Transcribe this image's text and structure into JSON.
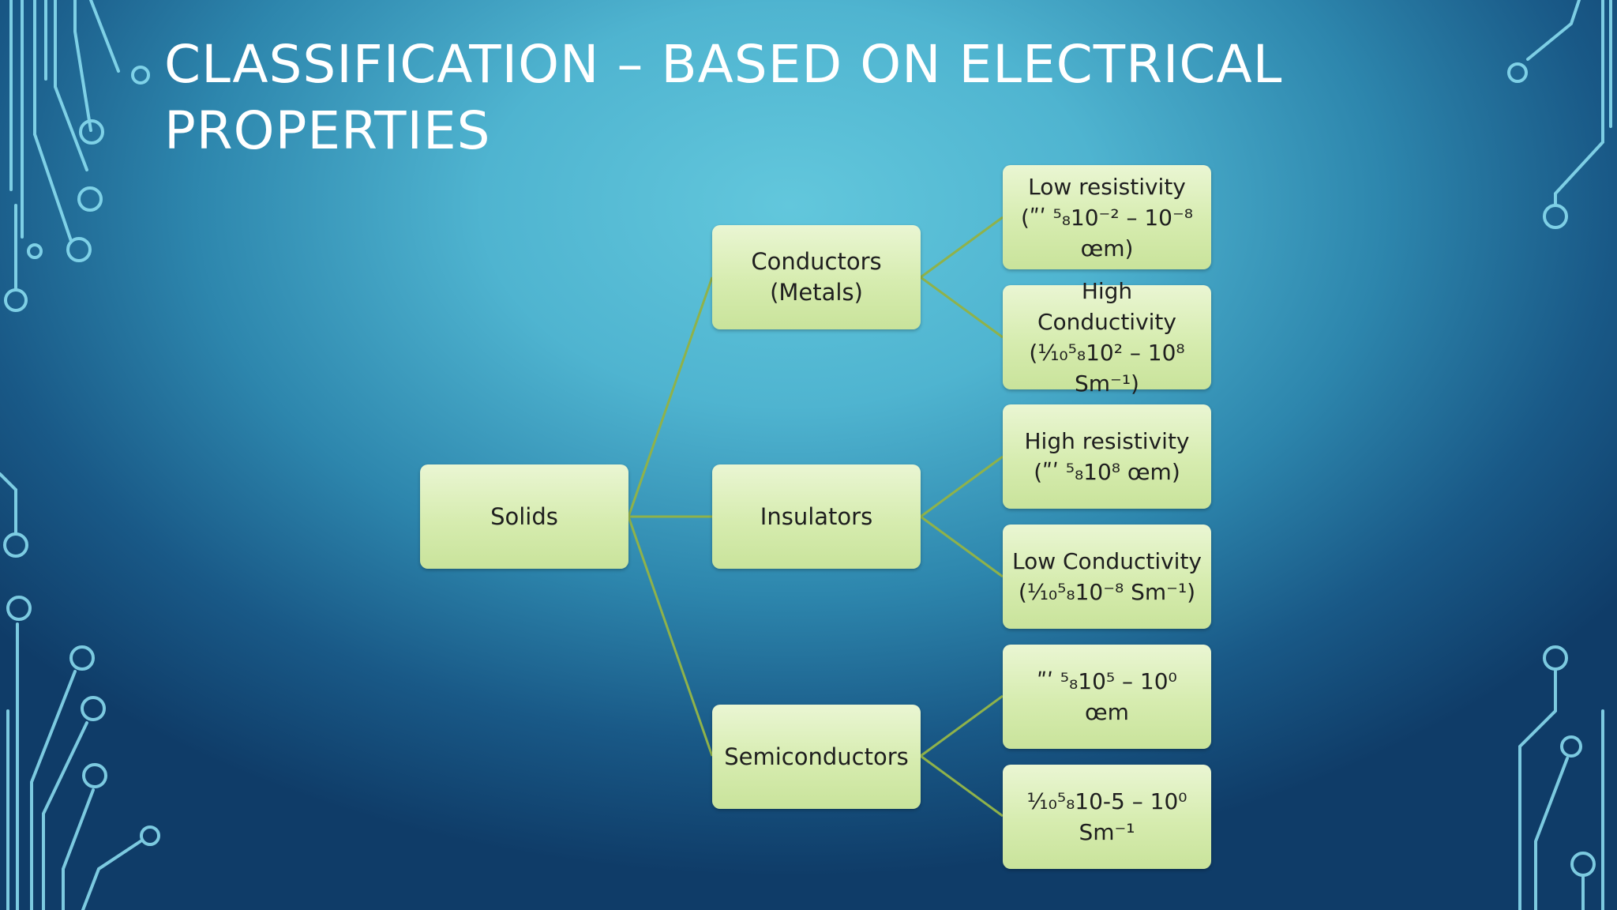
{
  "slide": {
    "title_line1": "CLASSIFICATION – BASED ON ELECTRICAL",
    "title_line2": "PROPERTIES"
  },
  "diagram": {
    "root": "Solids",
    "conductors": "Conductors\n(Metals)",
    "insulators": "Insulators",
    "semiconductors": "Semiconductors",
    "cond_low_resistivity": "Low resistivity\n(ʺʹ ⁵₈10⁻² – 10⁻⁸\nœm)",
    "cond_high_conductivity": "High\nConductivity\n(¹⁄₁₀⁵₈10² – 10⁸\nSm⁻¹)",
    "ins_high_resistivity": "High resistivity\n(ʺʹ ⁵₈10⁸ œm)",
    "ins_low_conductivity": "Low Conductivity\n(¹⁄₁₀⁵₈10⁻⁸ Sm⁻¹)",
    "semi_resistivity": "ʺʹ ⁵₈10⁵ – 10⁰\nœm",
    "semi_conductivity": "¹⁄₁₀⁵₈10-5 – 10⁰\nSm⁻¹"
  },
  "colors": {
    "node_fill": "#d6ecaf",
    "connector": "#8fb24a",
    "circuit": "#8fe3f5"
  }
}
